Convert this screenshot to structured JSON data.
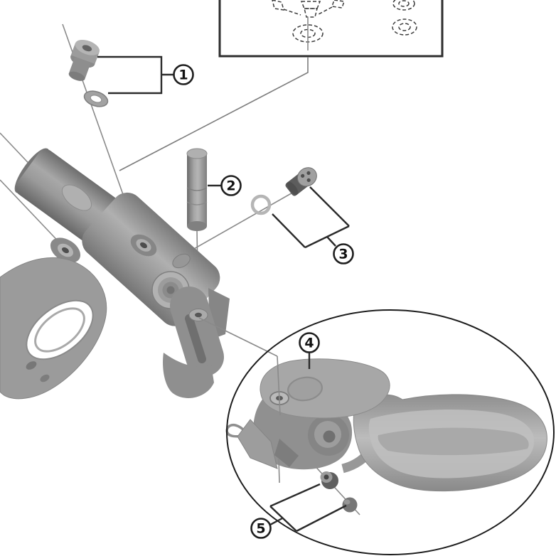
{
  "diagram": {
    "name": "brake-lever-exploded-parts-diagram",
    "callouts": [
      {
        "label": "1"
      },
      {
        "label": "2"
      },
      {
        "label": "3"
      },
      {
        "label": "4"
      },
      {
        "label": "5"
      }
    ]
  },
  "colors": {
    "background": "#ffffff",
    "outline": "#2b2b2b",
    "leader": "#8a8a8a",
    "part_gray": "#9e9e9e",
    "ellipse_stroke": "#1c1c1c"
  }
}
